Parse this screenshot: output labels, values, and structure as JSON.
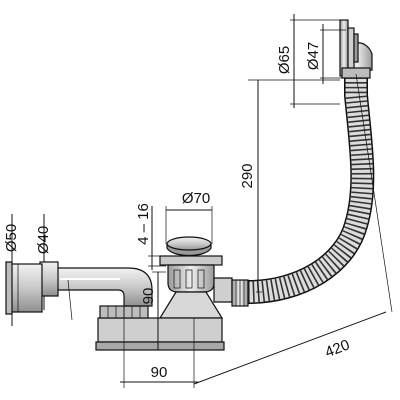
{
  "diagram": {
    "labels": {
      "d65": "Ø65",
      "d47": "Ø47",
      "h290": "290",
      "d70": "Ø70",
      "r416": "4 – 16",
      "d50": "Ø50",
      "d40": "Ø40",
      "h90": "90",
      "w90": "90",
      "l420": "420"
    },
    "colors": {
      "ink": "#111111",
      "metal_light": "#e6e6e6",
      "metal_mid": "#bdbdbd",
      "metal_dark": "#8a8a8a",
      "background": "#ffffff"
    }
  }
}
